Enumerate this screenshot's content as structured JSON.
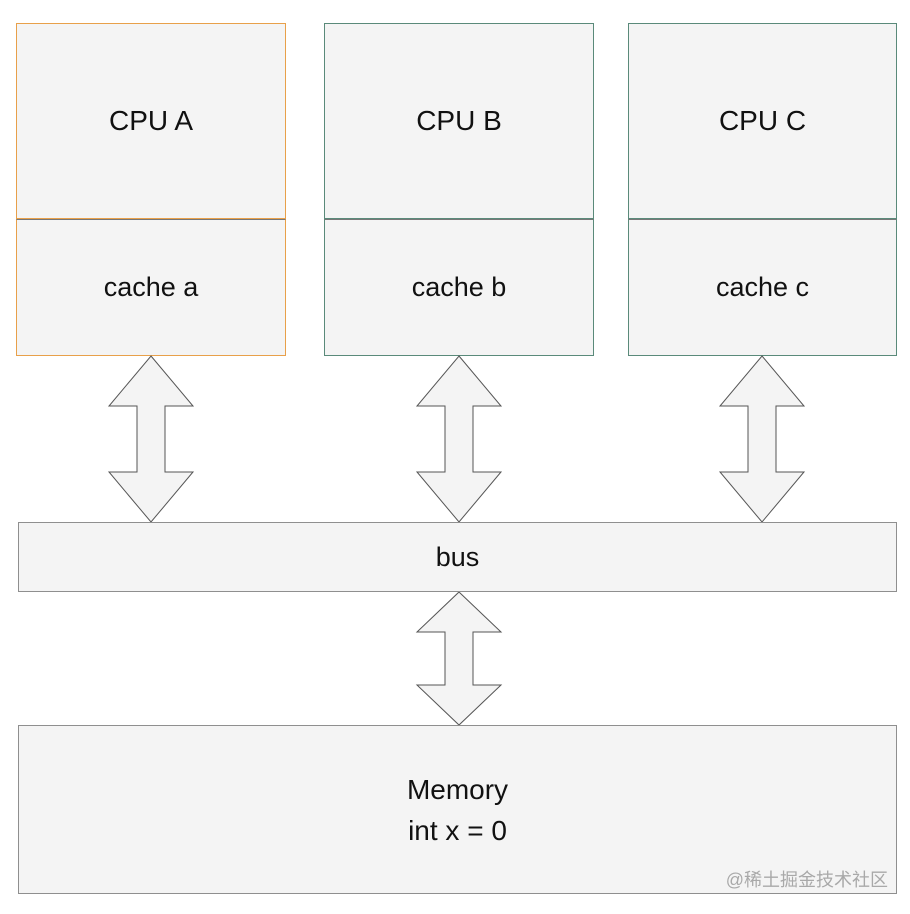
{
  "cpus": [
    {
      "cpu_label": "CPU A",
      "cache_label": "cache a"
    },
    {
      "cpu_label": "CPU B",
      "cache_label": "cache b"
    },
    {
      "cpu_label": "CPU C",
      "cache_label": "cache c"
    }
  ],
  "bus": {
    "label": "bus"
  },
  "memory": {
    "title": "Memory",
    "value": "int x = 0"
  },
  "watermark": "@稀土掘金技术社区",
  "colors": {
    "box_fill": "#f4f4f4",
    "cpu_a_border": "#e8a04a",
    "cpu_bc_border": "#5a8a7a",
    "arrow_stroke": "#555555"
  }
}
